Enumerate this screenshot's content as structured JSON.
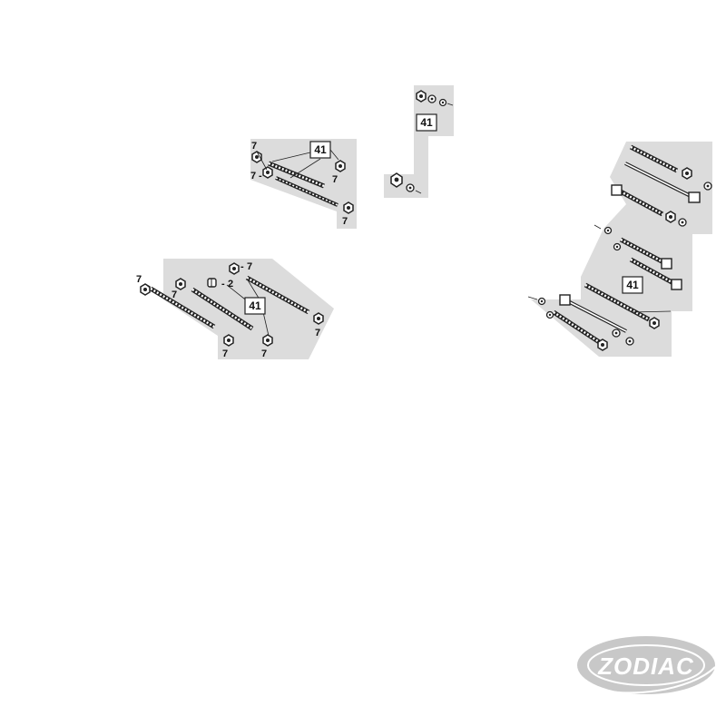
{
  "diagram": {
    "ref_box_label": "41",
    "callout_7": "7",
    "callout_2": "2",
    "dash": "-"
  },
  "brand": {
    "logo_text": "ZODIAC",
    "logo_color": "#c8c8c8"
  },
  "colors": {
    "panel": "#dcdcdc",
    "line": "#222222",
    "bolt_light": "#ffffff"
  }
}
